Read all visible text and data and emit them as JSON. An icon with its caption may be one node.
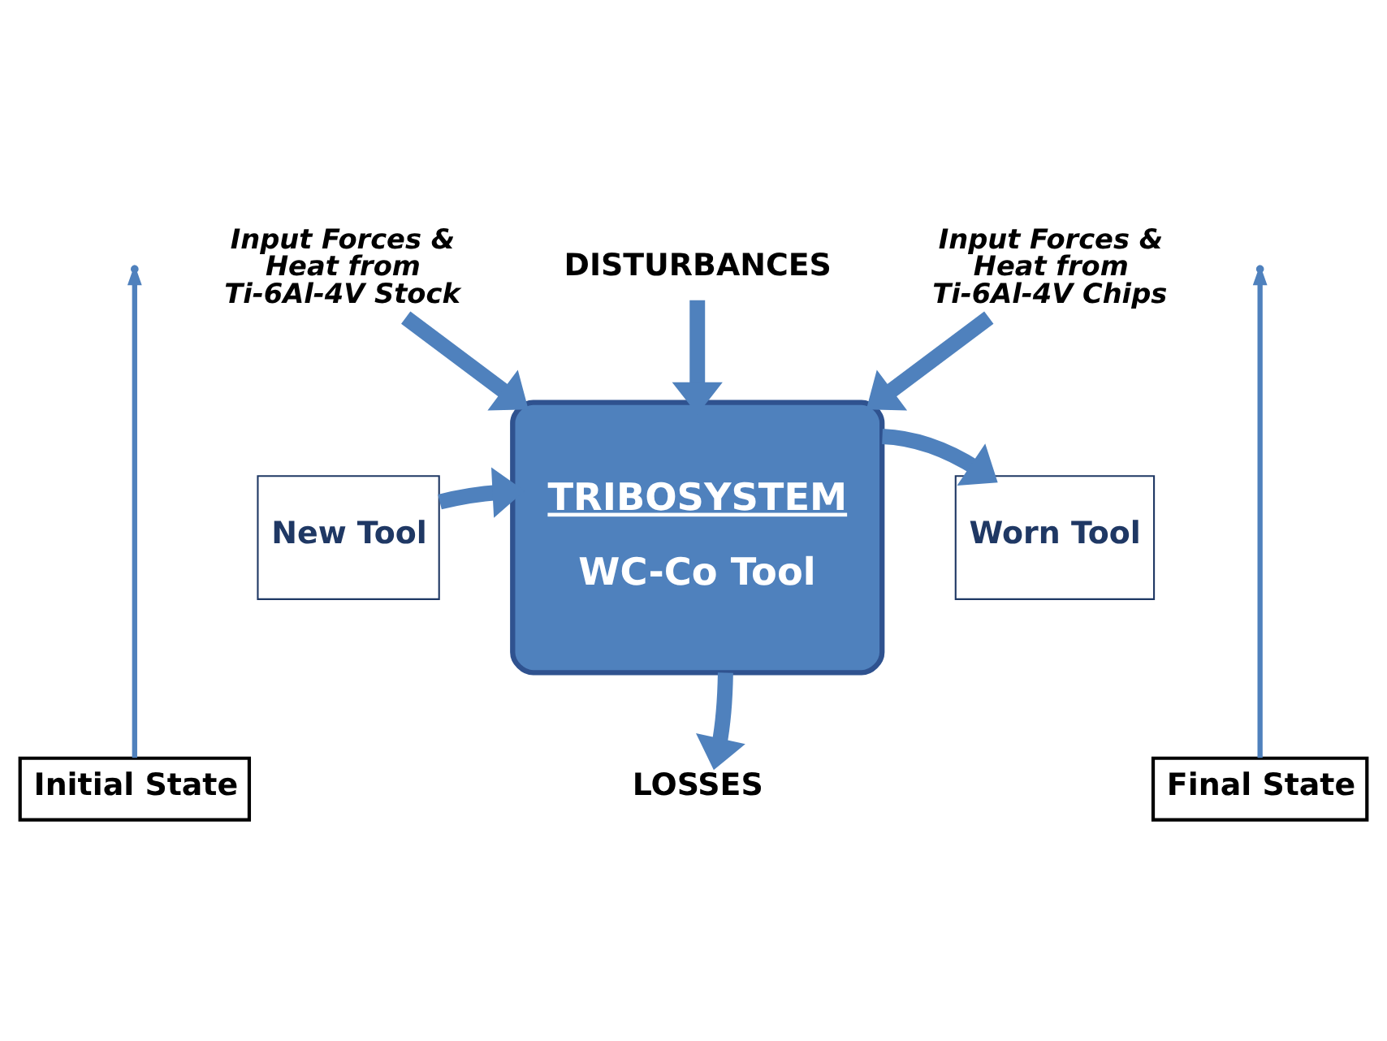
{
  "diagram": {
    "nodes": [
      {
        "text": [
          "Input Forces & Heat from Ti-6Al-4V Stock"
        ]
      },
      {
        "text": [
          "DISTURBANCES"
        ]
      },
      {
        "text": [
          "Input Forces & Heat from Ti-6Al-4V Chips"
        ]
      },
      {
        "text": [
          "New Tool"
        ]
      },
      {
        "text": [
          "TRIBOSYSTEM",
          "WC-Co Tool"
        ]
      },
      {
        "text": [
          "Worn Tool"
        ]
      },
      {
        "text": [
          "LOSSES"
        ]
      },
      {
        "text": [
          "Initial State"
        ]
      },
      {
        "text": [
          "Final State"
        ]
      }
    ],
    "edges": [
      {
        "from": 0,
        "to": 4,
        "arrow": "to"
      },
      {
        "from": 1,
        "to": 4,
        "arrow": "to"
      },
      {
        "from": 2,
        "to": 4,
        "arrow": "to"
      },
      {
        "from": 3,
        "to": 4,
        "arrow": "to"
      },
      {
        "from": 4,
        "to": 5,
        "arrow": "to"
      },
      {
        "from": 4,
        "to": 6,
        "arrow": "to"
      },
      {
        "from": 7,
        "to": null,
        "arrow": "to"
      },
      {
        "from": 8,
        "to": null,
        "arrow": "to"
      }
    ]
  }
}
